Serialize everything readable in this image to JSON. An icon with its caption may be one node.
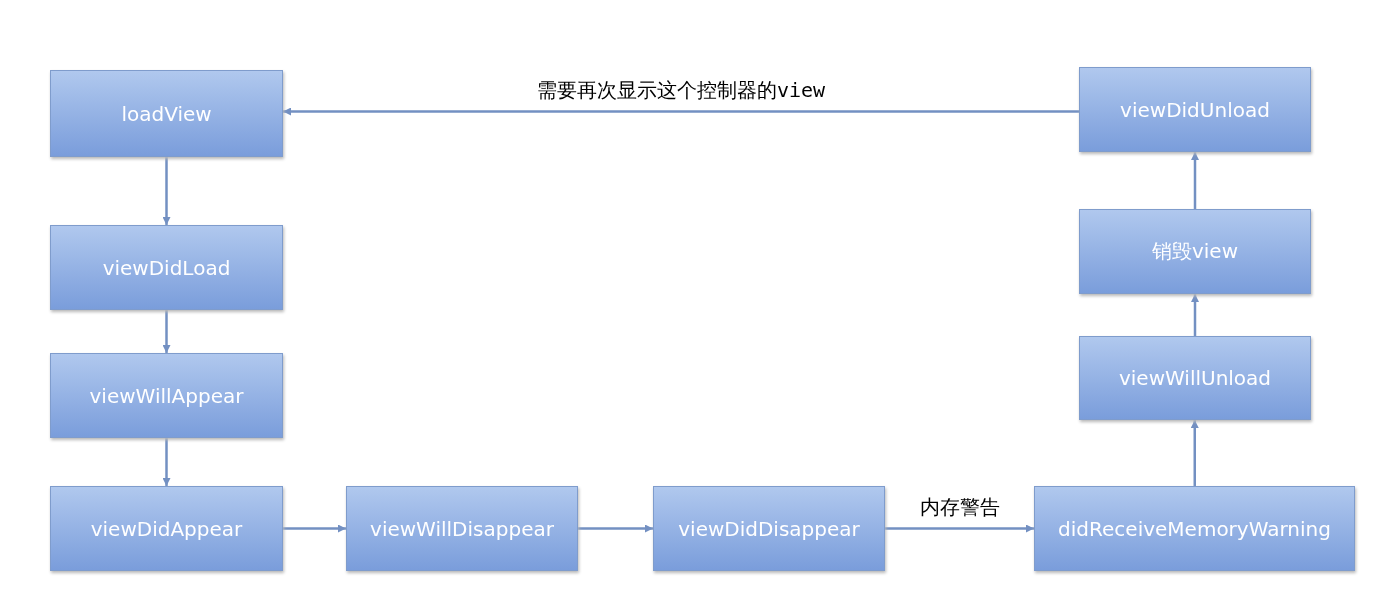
{
  "diagram": {
    "nodes": [
      {
        "text": [
          "loadView"
        ]
      },
      {
        "text": [
          "viewDidLoad"
        ]
      },
      {
        "text": [
          "viewWillAppear"
        ]
      },
      {
        "text": [
          "viewDidAppear"
        ]
      },
      {
        "text": [
          "viewWillDisappear"
        ]
      },
      {
        "text": [
          "viewDidDisappear"
        ]
      },
      {
        "text": [
          "didReceiveMemoryWarning"
        ]
      },
      {
        "text": [
          "viewWillUnload"
        ]
      },
      {
        "text": [
          "销毁view"
        ]
      },
      {
        "text": [
          "viewDidUnload"
        ]
      }
    ],
    "edges": [
      {
        "from": 0,
        "to": 1,
        "arrow": "to"
      },
      {
        "from": 1,
        "to": 2,
        "arrow": "to"
      },
      {
        "from": 2,
        "to": 3,
        "arrow": "to"
      },
      {
        "from": 3,
        "to": 4,
        "arrow": "to"
      },
      {
        "from": 4,
        "to": 5,
        "arrow": "to"
      },
      {
        "from": 5,
        "to": 6,
        "arrow": "to",
        "label": "内存警告"
      },
      {
        "from": 6,
        "to": 7,
        "arrow": "to"
      },
      {
        "from": 7,
        "to": 8,
        "arrow": "to"
      },
      {
        "from": 8,
        "to": 9,
        "arrow": "to"
      },
      {
        "from": 9,
        "to": 0,
        "arrow": "to",
        "label": "需要再次显示这个控制器的view"
      }
    ]
  }
}
